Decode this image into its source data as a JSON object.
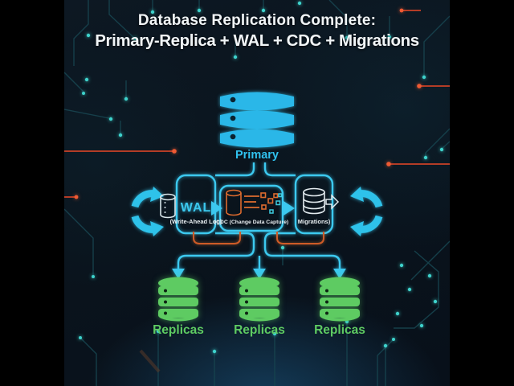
{
  "title": {
    "line1": "Database Replication Complete:",
    "line2": "Primary-Replica + WAL + CDC + Migrations"
  },
  "primary": {
    "label": "Primary",
    "icon": "database-stack-icon"
  },
  "pipeline": {
    "wal": {
      "name": "WAL",
      "caption": "(Write-Ahead Log)",
      "icon": "log-cylinder-icon"
    },
    "cdc": {
      "caption": "(CDC (Change Data Capture)",
      "icon": "change-data-capture-icon"
    },
    "migrations": {
      "caption": "Migrations)",
      "icon": "database-arrow-icon"
    }
  },
  "replicas": [
    {
      "label": "Replicas",
      "icon": "replica-database-icon"
    },
    {
      "label": "Replicas",
      "icon": "replica-database-icon"
    },
    {
      "label": "Replicas",
      "icon": "replica-database-icon"
    }
  ],
  "colors": {
    "accent_cyan": "#34c3ec",
    "accent_green": "#5ecb62",
    "accent_orange": "#cf5b27",
    "accent_red": "#d34a2d",
    "text": "#eef3f5",
    "background": "#0b141d"
  }
}
